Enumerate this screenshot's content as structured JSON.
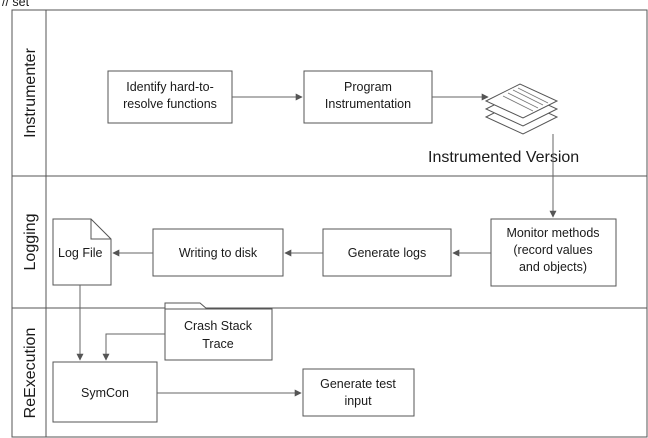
{
  "header_fragment": "// set",
  "lanes": {
    "instrumenter": "Instrumenter",
    "logging": "Logging",
    "reexecution": "ReExecution"
  },
  "nodes": {
    "identify": [
      "Identify hard-to-",
      "resolve functions"
    ],
    "instrumentation": [
      "Program",
      "Instrumentation"
    ],
    "instrumented_version": "Instrumented Version",
    "monitor": [
      "Monitor methods",
      "(record values",
      "and objects)"
    ],
    "generate_logs": "Generate logs",
    "writing": "Writing to disk",
    "log_file": "Log File",
    "crash_trace": [
      "Crash Stack",
      "Trace"
    ],
    "symcon": "SymCon",
    "generate_test": [
      "Generate test",
      "input"
    ]
  },
  "colors": {
    "stroke": "#555555",
    "edge": "#666666",
    "background": "#ffffff"
  }
}
